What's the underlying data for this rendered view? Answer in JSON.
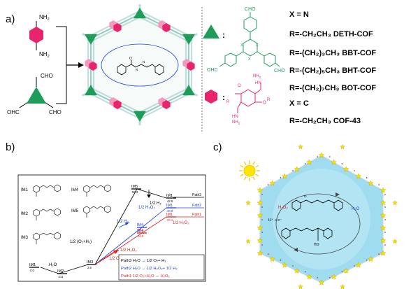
{
  "panel_a": {
    "label": "a)",
    "amine": {
      "nh2_top": "NH",
      "nh2_top_sub": "2",
      "nh2_bottom": "NH",
      "nh2_bottom_sub": "2"
    },
    "aldehyde": {
      "cho_top": "CHO",
      "cho_left": "OHC",
      "cho_right": "CHO"
    },
    "triangle_monomer": {
      "cho_top": "CHO",
      "cho_left": "OHC",
      "cho_right": "CHO",
      "x1": "X",
      "x2": "X",
      "x3": "X",
      "colon": ":"
    },
    "hexagon_monomer": {
      "nh2_top": "NH",
      "nh2_top_sub": "2",
      "hn_top": "HN",
      "o_top": "O",
      "o_bottom": "O",
      "hn_bottom": "HN",
      "nh2_bottom": "NH",
      "nh2_bottom_sub": "2",
      "r_left": "R",
      "r_right": "R",
      "colon": ":"
    },
    "legend": [
      {
        "text": "X = N"
      },
      {
        "text": "R=-CH₂CH₃   DETH-COF"
      },
      {
        "text": "R=-(CH₂)₃CH₃  BBT-COF"
      },
      {
        "text": "R=-(CH₂)₅CH₃ BHT-COF"
      },
      {
        "text": "R=-(CH₂)₇CH₃ BOT-COF"
      },
      {
        "text": "X = C"
      },
      {
        "text": "R=-CH₂CH₃     COF-43"
      }
    ],
    "colors": {
      "triangle": "#1e9d5a",
      "hexagon": "#e8246f",
      "framework": "#7ab8b0"
    }
  },
  "panel_b": {
    "label": "b)",
    "structures": [
      {
        "id": "IM1"
      },
      {
        "id": "IM2"
      },
      {
        "id": "IM3"
      },
      {
        "id": "IM4"
      },
      {
        "id": "IM5"
      }
    ],
    "levels": [
      {
        "id": "IM1",
        "value": "0.0"
      },
      {
        "id": "IM2",
        "value": "-2.8"
      },
      {
        "id": "IM3",
        "value": "2.6"
      },
      {
        "id": "IM5",
        "value": "59.3"
      },
      {
        "id": "IM1",
        "value": "42.9"
      },
      {
        "id": "IM1",
        "value": "30.9"
      },
      {
        "id": "IM1",
        "value": "20.1"
      },
      {
        "id": "IM4",
        "value": "20.0"
      },
      {
        "id": "IM4",
        "value": "19.9"
      }
    ],
    "labels": {
      "h2o": "H₂O",
      "half_o2_h2": "1/2 (O₂+H₂)",
      "half_o2": "1/2 O₂",
      "half_h2o2_red": "1/2 H₂O₂",
      "half_h2_blue": "1/2 H₂",
      "half_h2_path": "1/2 H₂",
      "half_h2o2_blue": "1/2 H₂O₂",
      "half_h2o2_path1": "1/2 H₂O₂",
      "half_h2_top": "1/2 H₂",
      "path3": "Path3",
      "path2": "Path2",
      "path1": "Path1"
    },
    "legend": [
      {
        "text": "Path3 H₂O → 1/2 O₂+ H₂",
        "color": "#000000"
      },
      {
        "text": "Path2 H₂O → 1/2 H₂O₂+ 1/2 H₂",
        "color": "#1c3fd6"
      },
      {
        "text": "Path1 1/2 O₂+H₂O → H₂O₂",
        "color": "#e0201d"
      }
    ],
    "colors": {
      "path1": "#e0201d",
      "path2": "#1c3fd6",
      "path3": "#000000"
    }
  },
  "panel_c": {
    "label": "c)",
    "labels": {
      "h2o2": "H₂O₂",
      "h2o": "H₂O",
      "hplus": "H⁺ + e⁻",
      "ho": "HO"
    },
    "colors": {
      "pore": "#9fdcef",
      "node": "#f5e000",
      "sun": "#ffe600"
    }
  }
}
